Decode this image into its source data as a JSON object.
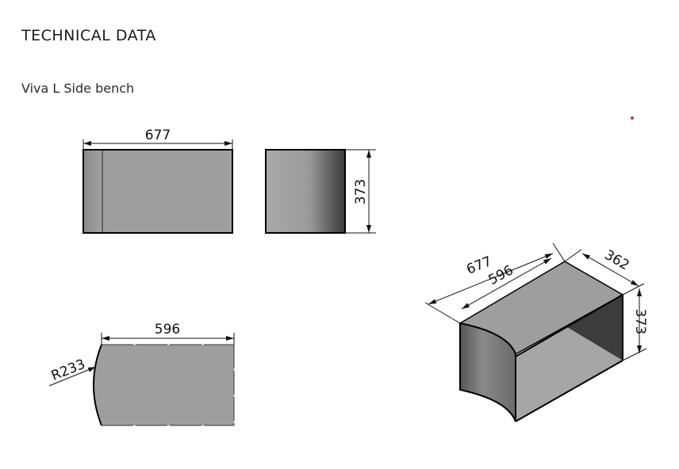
{
  "page": {
    "title": "TECHNICAL DATA",
    "subtitle": "Viva L Side bench"
  },
  "drawing": {
    "top_view": {
      "width_label": "677"
    },
    "side_view": {
      "height_label": "373"
    },
    "bottom_view": {
      "width_label": "596",
      "radius_label": "R233"
    },
    "iso_view": {
      "length_outer": "677",
      "length_inner": "596",
      "depth": "362",
      "height": "373"
    }
  },
  "colors": {
    "accent_dot": "#c0392b",
    "panel": "#9e9e9e"
  }
}
